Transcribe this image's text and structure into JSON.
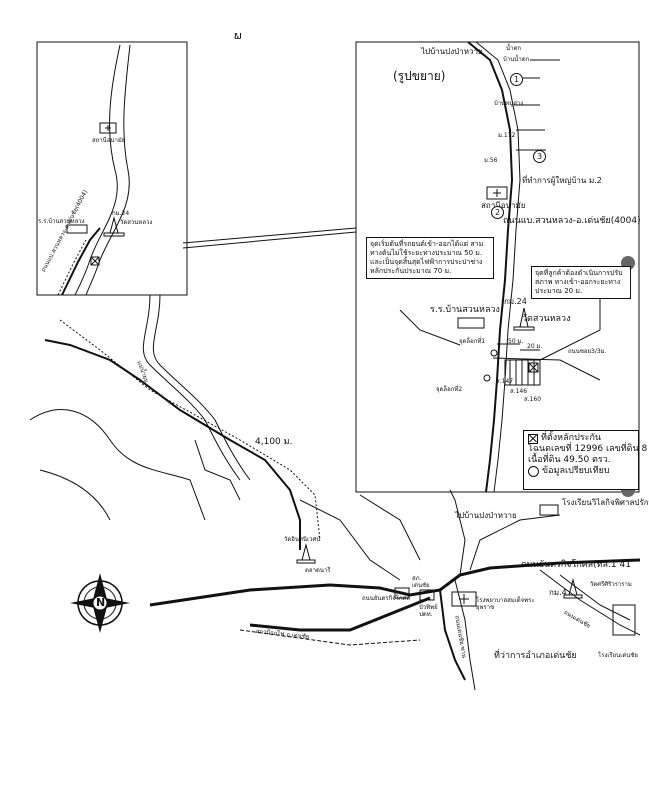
{
  "title_inset": "(รูปขยาย)",
  "north": "N",
  "north_top_mark": "ພ",
  "labels": {
    "to_ban_pasai_top": "ไปบ้านปงป่าหวาย",
    "nam_tok": "น้ำตก",
    "ban_nam_tok": "บ้านน้ำตก",
    "ban_mun_pha": "บ้านหมูล่าง",
    "m172": "ม.172",
    "m56": "ม.56",
    "village_head_office": "ที่ทำการผู้ใหญ่บ้าน ม.2",
    "health_station_inset": "สถานีอนามัย",
    "road_4004_inset": "ถนนแบ.สวนหลวง-อ.เด่นชัย(4004)",
    "callout_start": "จุดเริ่มต้นที่รถยนต์เข้า-ออกได้แต่ สามทางต้นไม่ใช้ระยะทางประมาณ 50 ม. และเป็นจุดสิ้นสุดไฟฟ้าการประปาช่าง หลักประกันประมาณ 70 ม.",
    "callout_right": "จุดที่ลูกค้าต้องดำเนินการปรับสภาพ ทางเข้า-ออกระยะทางประมาณ 20 ม.",
    "km24_inset": "กม.24",
    "school_inset": "ร.ร.บ้านสวนหลวง",
    "wat_inset": "วัดสวนหลวง",
    "checkpoint1": "จุดล็อกที่1",
    "checkpoint2": "จุดล็อกที่2",
    "d50": "50 ม.",
    "d20": "20 ม.",
    "lane3": "ถนนซอย3/3ม.",
    "p147": "ส.147",
    "p146": "ส.146",
    "p160": "ส.160",
    "health_station_left": "สถานีอนามัย",
    "km24_left": "กม.24",
    "school_left": "ร.ร.บ้านสวนหลวง",
    "wat_left": "วัดสวนหลวง",
    "road_4004_left": "ถนนแบ.สวนหลวง-อ.เด่นชัย(4004)",
    "river": "แม่น้ำยม",
    "distance_4100": "4,100 ม.",
    "to_ban_pasai_bottom": "ไปบ้านปงป่าหวาย",
    "school_bottom_right": "โรงเรียนวิไลกิจพิศาลปรักษ์",
    "wat_bottom": "วัดอินทนิเวศน์",
    "market_bottom": "ตลาดนารี",
    "sak_den_chai": "สภ.\nเด่นชัย",
    "road_interchange": "ถนนยันตรกิจโกศล",
    "pttn": "บัวทิพย์\nปตท.",
    "hospital": "โรงพยาบาลสมเด็จพระยุพราช",
    "road_yantra": "ถนนยันตรกิจโกศล(ทล.1 41",
    "km4": "กม.4",
    "wat_sri": "วัดศรีศิริวราราม",
    "road_4004_bottom": "ถนนเด่นชัย-พาน",
    "district_office": "ที่ว่าการอำเภอเด่นชัย",
    "school_den_chai": "โรงเรียนเด่นชัย",
    "railway": "สถานีรถไฟ อ.เด่นชัย",
    "road_den_chai_lower": "ถนนเด่นชัย",
    "to_den_chai": "เด่นชัย"
  },
  "legend": {
    "item1": "ที่ตั้งหลักประกัน",
    "item2": "โฉนดเลขที่ 12996 เลขที่ดิน 8",
    "item3": "เนื้อที่ดิน 49.50 ตรว.",
    "item4": "ข้อมูลเปรียบเทียบ"
  },
  "circle_numbers": [
    "1",
    "2",
    "3"
  ]
}
